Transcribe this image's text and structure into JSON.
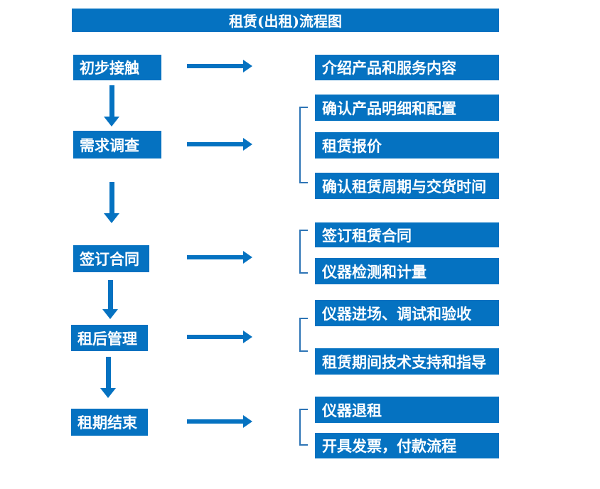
{
  "title": "租赁(出租)流程图",
  "colors": {
    "primary": "#0572c1",
    "bracket": "#2e75b6",
    "text": "#ffffff",
    "background": "#ffffff"
  },
  "stages": [
    {
      "label": "初步接触",
      "outputs": [
        "介绍产品和服务内容"
      ]
    },
    {
      "label": "需求调查",
      "outputs": [
        "确认产品明细和配置",
        "租赁报价",
        "确认租赁周期与交货时间"
      ]
    },
    {
      "label": "签订合同",
      "outputs": [
        "签订租赁合同",
        "仪器检测和计量"
      ]
    },
    {
      "label": "租后管理",
      "outputs": [
        "仪器进场、调试和验收",
        "租赁期间技术支持和指导"
      ]
    },
    {
      "label": "租期结束",
      "outputs": [
        "仪器退租",
        "开具发票，付款流程"
      ]
    }
  ]
}
